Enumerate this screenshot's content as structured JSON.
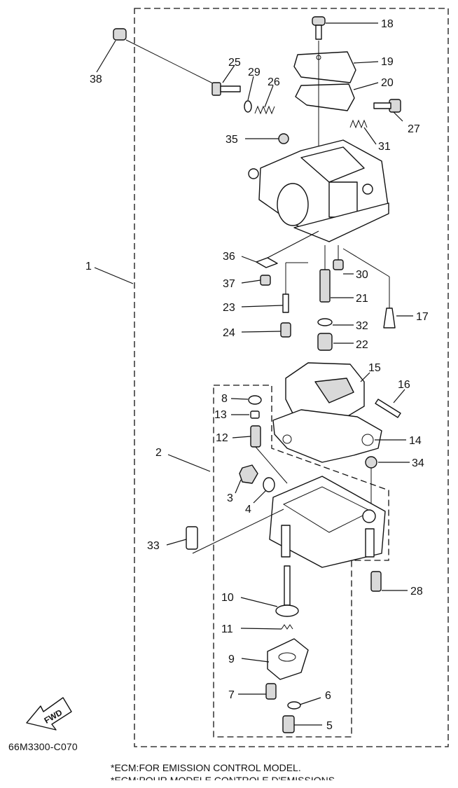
{
  "labels": [
    {
      "id": "1",
      "text": "1"
    },
    {
      "id": "2",
      "text": "2"
    },
    {
      "id": "3",
      "text": "3"
    },
    {
      "id": "4",
      "text": "4"
    },
    {
      "id": "5",
      "text": "5"
    },
    {
      "id": "6",
      "text": "6"
    },
    {
      "id": "7",
      "text": "7"
    },
    {
      "id": "8",
      "text": "8"
    },
    {
      "id": "9",
      "text": "9"
    },
    {
      "id": "10",
      "text": "10"
    },
    {
      "id": "11",
      "text": "11"
    },
    {
      "id": "12",
      "text": "12"
    },
    {
      "id": "13",
      "text": "13"
    },
    {
      "id": "14",
      "text": "14"
    },
    {
      "id": "15",
      "text": "15"
    },
    {
      "id": "16",
      "text": "16"
    },
    {
      "id": "17",
      "text": "17"
    },
    {
      "id": "18",
      "text": "18"
    },
    {
      "id": "19",
      "text": "19"
    },
    {
      "id": "20",
      "text": "20"
    },
    {
      "id": "21",
      "text": "21"
    },
    {
      "id": "22",
      "text": "22"
    },
    {
      "id": "23",
      "text": "23"
    },
    {
      "id": "24",
      "text": "24"
    },
    {
      "id": "25",
      "text": "25"
    },
    {
      "id": "26",
      "text": "26"
    },
    {
      "id": "27",
      "text": "27"
    },
    {
      "id": "28",
      "text": "28"
    },
    {
      "id": "29",
      "text": "29"
    },
    {
      "id": "30",
      "text": "30"
    },
    {
      "id": "31",
      "text": "31"
    },
    {
      "id": "32",
      "text": "32"
    },
    {
      "id": "33",
      "text": "33"
    },
    {
      "id": "34",
      "text": "34"
    },
    {
      "id": "35",
      "text": "35"
    },
    {
      "id": "36",
      "text": "36"
    },
    {
      "id": "37",
      "text": "37"
    },
    {
      "id": "38",
      "text": "38"
    }
  ],
  "fwd_arrow": "FWD",
  "diagram_code": "66M3300-C070",
  "notes": [
    "*ECM:FOR EMISSION CONTROL MODEL.",
    "*ECM:POUR MODELE CONTROLE D'EMISSIONS"
  ]
}
